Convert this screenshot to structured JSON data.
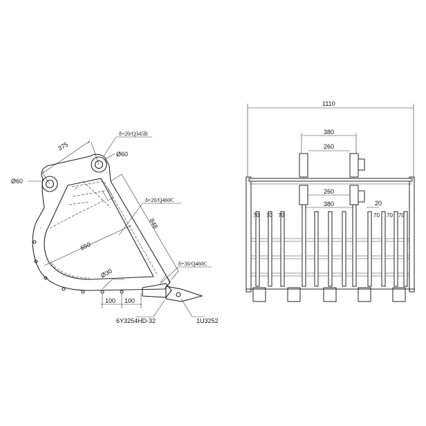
{
  "side_view": {
    "dim_pin_distance": "375",
    "pin_diameter_top": "Ø60",
    "pin_diameter_left": "Ø60",
    "plate_side": "δ=20/Q345B",
    "plate_bottom": "δ=20/Q460C",
    "plate_tip": "δ=30/Q460C",
    "dim_depth": "848",
    "dim_opening": "650",
    "hole_diameter": "Ø30",
    "hole_spacing_1": "100",
    "hole_spacing_2": "100",
    "adapter_part": "6Y3254HD-32",
    "tooth_part": "1U3252"
  },
  "front_view": {
    "dim_width": "1110",
    "dim_ear_outer_top": "380",
    "dim_ear_inner_top": "260",
    "dim_ear_inner_bottom": "260",
    "dim_ear_outer_bottom": "380",
    "dim_bar_gap": "20",
    "tine_spacings": [
      "70",
      "70",
      "70",
      "70",
      "70",
      "70"
    ]
  }
}
